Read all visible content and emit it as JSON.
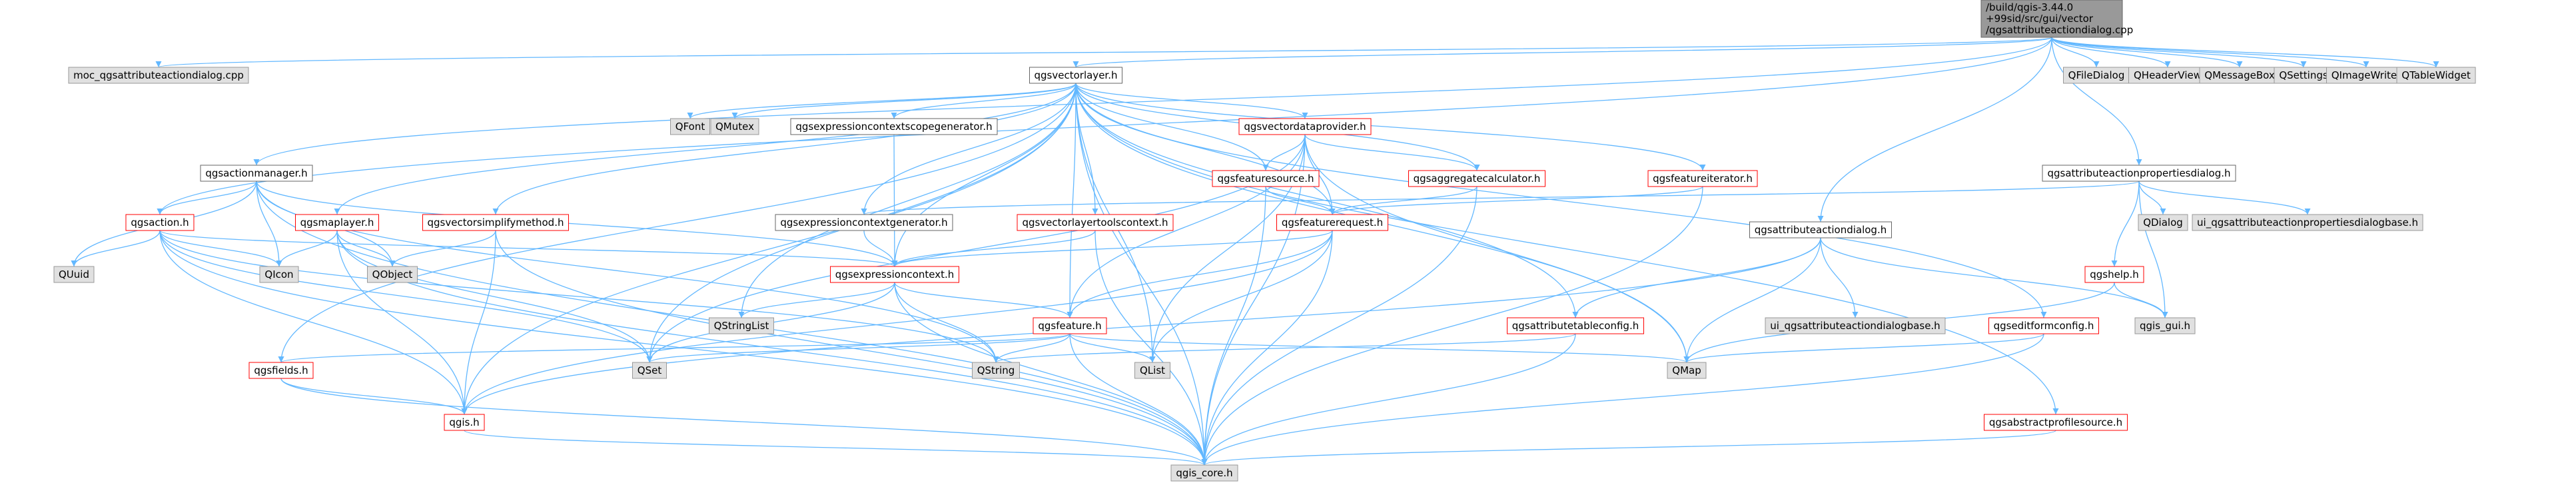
{
  "colors": {
    "edge_blue": "#63b8ff",
    "edge_dark": "#404040",
    "edge_orange": "#f4a460",
    "node_border_red": "#ff0000",
    "root_fill": "#999999",
    "grey_fill": "#e0e0e0"
  },
  "nodes": [
    {
      "id": "root",
      "label": [
        "/build/qgis-3.44.0",
        "+99sid/src/gui/vector",
        "/qgsattributeactiondialog.cpp"
      ],
      "style": "root"
    },
    {
      "id": "moc",
      "label": [
        "moc_qgsattributeactiondialog.cpp"
      ],
      "style": "grey"
    },
    {
      "id": "qgsvectorlayer",
      "label": [
        "qgsvectorlayer.h"
      ],
      "style": "plain"
    },
    {
      "id": "QFileDialog",
      "label": [
        "QFileDialog"
      ],
      "style": "grey"
    },
    {
      "id": "QHeaderView",
      "label": [
        "QHeaderView"
      ],
      "style": "grey"
    },
    {
      "id": "QMessageBox",
      "label": [
        "QMessageBox"
      ],
      "style": "grey"
    },
    {
      "id": "QSettings",
      "label": [
        "QSettings"
      ],
      "style": "grey"
    },
    {
      "id": "QImageWriter",
      "label": [
        "QImageWriter"
      ],
      "style": "grey"
    },
    {
      "id": "QTableWidget",
      "label": [
        "QTableWidget"
      ],
      "style": "grey"
    },
    {
      "id": "qgsactionmanager",
      "label": [
        "qgsactionmanager.h"
      ],
      "style": "plain"
    },
    {
      "id": "QFont",
      "label": [
        "QFont"
      ],
      "style": "grey"
    },
    {
      "id": "QMutex",
      "label": [
        "QMutex"
      ],
      "style": "grey"
    },
    {
      "id": "qgsexpressioncontextscopegenerator",
      "label": [
        "qgsexpressioncontextscopegenerator.h"
      ],
      "style": "plain"
    },
    {
      "id": "qgsvectordataprovider",
      "label": [
        "qgsvectordataprovider.h"
      ],
      "style": "red"
    },
    {
      "id": "qgsfeaturesource",
      "label": [
        "qgsfeaturesource.h"
      ],
      "style": "red"
    },
    {
      "id": "qgsaggregatecalculator",
      "label": [
        "qgsaggregatecalculator.h"
      ],
      "style": "red"
    },
    {
      "id": "qgsfeatureiterator",
      "label": [
        "qgsfeatureiterator.h"
      ],
      "style": "red"
    },
    {
      "id": "qgsattributeactionpropertiesdialog",
      "label": [
        "qgsattributeactionpropertiesdialog.h"
      ],
      "style": "plain"
    },
    {
      "id": "qgsaction",
      "label": [
        "qgsaction.h"
      ],
      "style": "red"
    },
    {
      "id": "qgsmaplayer",
      "label": [
        "qgsmaplayer.h"
      ],
      "style": "red"
    },
    {
      "id": "qgsvectorsimplifymethod",
      "label": [
        "qgsvectorsimplifymethod.h"
      ],
      "style": "red"
    },
    {
      "id": "qgsexpressioncontextgenerator",
      "label": [
        "qgsexpressioncontextgenerator.h"
      ],
      "style": "plain"
    },
    {
      "id": "qgsvectorlayertoolscontext",
      "label": [
        "qgsvectorlayertoolscontext.h"
      ],
      "style": "red"
    },
    {
      "id": "qgsfeaturerequest",
      "label": [
        "qgsfeaturerequest.h"
      ],
      "style": "red"
    },
    {
      "id": "QDialog",
      "label": [
        "QDialog"
      ],
      "style": "grey"
    },
    {
      "id": "ui_props",
      "label": [
        "ui_qgsattributeactionpropertiesdialogbase.h"
      ],
      "style": "grey"
    },
    {
      "id": "qgsattributeactiondialog",
      "label": [
        "qgsattributeactiondialog.h"
      ],
      "style": "plain"
    },
    {
      "id": "qgshelp",
      "label": [
        "qgshelp.h"
      ],
      "style": "red"
    },
    {
      "id": "QUuid",
      "label": [
        "QUuid"
      ],
      "style": "grey"
    },
    {
      "id": "QIcon",
      "label": [
        "QIcon"
      ],
      "style": "grey"
    },
    {
      "id": "QObject",
      "label": [
        "QObject"
      ],
      "style": "grey"
    },
    {
      "id": "qgsexpressioncontext",
      "label": [
        "qgsexpressioncontext.h"
      ],
      "style": "red"
    },
    {
      "id": "QStringList",
      "label": [
        "QStringList"
      ],
      "style": "grey"
    },
    {
      "id": "qgsattributetableconfig",
      "label": [
        "qgsattributetableconfig.h"
      ],
      "style": "red"
    },
    {
      "id": "ui_dialog",
      "label": [
        "ui_qgsattributeactiondialogbase.h"
      ],
      "style": "grey"
    },
    {
      "id": "qgseditformconfig",
      "label": [
        "qgseditformconfig.h"
      ],
      "style": "red"
    },
    {
      "id": "qgis_gui",
      "label": [
        "qgis_gui.h"
      ],
      "style": "grey"
    },
    {
      "id": "qgsfeature",
      "label": [
        "qgsfeature.h"
      ],
      "style": "red"
    },
    {
      "id": "qgsfields",
      "label": [
        "qgsfields.h"
      ],
      "style": "red"
    },
    {
      "id": "QSet",
      "label": [
        "QSet"
      ],
      "style": "grey"
    },
    {
      "id": "QString",
      "label": [
        "QString"
      ],
      "style": "grey"
    },
    {
      "id": "QList",
      "label": [
        "QList"
      ],
      "style": "grey"
    },
    {
      "id": "QMap",
      "label": [
        "QMap"
      ],
      "style": "grey"
    },
    {
      "id": "qgis",
      "label": [
        "qgis.h"
      ],
      "style": "red"
    },
    {
      "id": "qgsabstractprofilesource",
      "label": [
        "qgsabstractprofilesource.h"
      ],
      "style": "red"
    },
    {
      "id": "qgis_core",
      "label": [
        "qgis_core.h"
      ],
      "style": "grey"
    }
  ],
  "edges": [
    [
      "root",
      "moc"
    ],
    [
      "root",
      "qgsvectorlayer"
    ],
    [
      "root",
      "QFileDialog"
    ],
    [
      "root",
      "QHeaderView"
    ],
    [
      "root",
      "QMessageBox"
    ],
    [
      "root",
      "QSettings"
    ],
    [
      "root",
      "QImageWriter"
    ],
    [
      "root",
      "QTableWidget"
    ],
    [
      "root",
      "qgsactionmanager"
    ],
    [
      "root",
      "qgsaction"
    ],
    [
      "root",
      "qgsattributeactionpropertiesdialog"
    ],
    [
      "root",
      "qgsattributeactiondialog"
    ],
    [
      "qgsvectorlayer",
      "QFont"
    ],
    [
      "qgsvectorlayer",
      "QMutex"
    ],
    [
      "qgsvectorlayer",
      "qgsexpressioncontextscopegenerator"
    ],
    [
      "qgsvectorlayer",
      "qgsvectordataprovider"
    ],
    [
      "qgsvectorlayer",
      "qgsfeaturesource"
    ],
    [
      "qgsvectorlayer",
      "qgsaggregatecalculator"
    ],
    [
      "qgsvectorlayer",
      "qgsfeatureiterator"
    ],
    [
      "qgsvectorlayer",
      "qgsmaplayer"
    ],
    [
      "qgsvectorlayer",
      "qgsvectorsimplifymethod"
    ],
    [
      "qgsvectorlayer",
      "qgsexpressioncontextgenerator"
    ],
    [
      "qgsvectorlayer",
      "qgsvectorlayertoolscontext"
    ],
    [
      "qgsvectorlayer",
      "qgsfeaturerequest"
    ],
    [
      "qgsvectorlayer",
      "qgsexpressioncontext"
    ],
    [
      "qgsvectorlayer",
      "QStringList"
    ],
    [
      "qgsvectorlayer",
      "qgsattributetableconfig"
    ],
    [
      "qgsvectorlayer",
      "qgseditformconfig"
    ],
    [
      "qgsvectorlayer",
      "qgsfeature"
    ],
    [
      "qgsvectorlayer",
      "qgsfields"
    ],
    [
      "qgsvectorlayer",
      "QSet"
    ],
    [
      "qgsvectorlayer",
      "QList"
    ],
    [
      "qgsvectorlayer",
      "QMap"
    ],
    [
      "qgsvectorlayer",
      "qgis"
    ],
    [
      "qgsvectorlayer",
      "qgsabstractprofilesource"
    ],
    [
      "qgsvectorlayer",
      "qgis_core"
    ],
    [
      "qgsactionmanager",
      "qgsaction"
    ],
    [
      "qgsactionmanager",
      "QUuid"
    ],
    [
      "qgsactionmanager",
      "QIcon"
    ],
    [
      "qgsactionmanager",
      "QObject"
    ],
    [
      "qgsactionmanager",
      "qgsexpressioncontext"
    ],
    [
      "qgsactionmanager",
      "QString"
    ],
    [
      "qgsactionmanager",
      "qgis_core"
    ],
    [
      "qgsaction",
      "QUuid"
    ],
    [
      "qgsaction",
      "QIcon"
    ],
    [
      "qgsaction",
      "qgsexpressioncontext"
    ],
    [
      "qgsaction",
      "QSet"
    ],
    [
      "qgsaction",
      "QString"
    ],
    [
      "qgsaction",
      "qgis"
    ],
    [
      "qgsaction",
      "qgis_core"
    ],
    [
      "qgsmaplayer",
      "QIcon"
    ],
    [
      "qgsmaplayer",
      "QObject"
    ],
    [
      "qgsmaplayer",
      "QSet"
    ],
    [
      "qgsmaplayer",
      "qgis"
    ],
    [
      "qgsmaplayer",
      "qgis_core"
    ],
    [
      "qgsvectorsimplifymethod",
      "QObject"
    ],
    [
      "qgsvectorsimplifymethod",
      "qgis"
    ],
    [
      "qgsvectorsimplifymethod",
      "qgis_core"
    ],
    [
      "qgsexpressioncontextscopegenerator",
      "qgsexpressioncontext"
    ],
    [
      "qgsexpressioncontextgenerator",
      "qgsexpressioncontext"
    ],
    [
      "qgsvectorlayertoolscontext",
      "qgsexpressioncontext"
    ],
    [
      "qgsvectorlayertoolscontext",
      "qgis_core"
    ],
    [
      "qgsvectordataprovider",
      "qgsfeaturesource"
    ],
    [
      "qgsvectordataprovider",
      "qgsaggregatecalculator"
    ],
    [
      "qgsvectordataprovider",
      "qgsfeaturerequest"
    ],
    [
      "qgsvectordataprovider",
      "qgsfeature"
    ],
    [
      "qgsvectordataprovider",
      "QSet"
    ],
    [
      "qgsvectordataprovider",
      "QMap"
    ],
    [
      "qgsvectordataprovider",
      "QList"
    ],
    [
      "qgsvectordataprovider",
      "qgis_core"
    ],
    [
      "qgsfeaturesource",
      "qgsfeaturerequest"
    ],
    [
      "qgsfeaturesource",
      "qgis_core"
    ],
    [
      "qgsaggregatecalculator",
      "qgsfeaturerequest"
    ],
    [
      "qgsaggregatecalculator",
      "qgis_core"
    ],
    [
      "qgsfeatureiterator",
      "qgsfeaturerequest"
    ],
    [
      "qgsfeatureiterator",
      "qgis_core"
    ],
    [
      "qgsfeaturerequest",
      "qgsexpressioncontext"
    ],
    [
      "qgsfeaturerequest",
      "qgsfeature"
    ],
    [
      "qgsfeaturerequest",
      "QList"
    ],
    [
      "qgsfeaturerequest",
      "qgis"
    ],
    [
      "qgsfeaturerequest",
      "qgis_core"
    ],
    [
      "qgsexpressioncontext",
      "QStringList"
    ],
    [
      "qgsexpressioncontext",
      "QSet"
    ],
    [
      "qgsexpressioncontext",
      "QString"
    ],
    [
      "qgsexpressioncontext",
      "qgsfeature"
    ],
    [
      "qgsexpressioncontext",
      "qgis_core"
    ],
    [
      "qgsfeature",
      "qgsfields"
    ],
    [
      "qgsfeature",
      "QSet"
    ],
    [
      "qgsfeature",
      "QString"
    ],
    [
      "qgsfeature",
      "QList"
    ],
    [
      "qgsfeature",
      "QMap"
    ],
    [
      "qgsfeature",
      "qgis_core"
    ],
    [
      "qgsfields",
      "qgis"
    ],
    [
      "qgsfields",
      "qgis_core"
    ],
    [
      "qgis",
      "qgis_core"
    ],
    [
      "qgsattributeactionpropertiesdialog",
      "QDialog"
    ],
    [
      "qgsattributeactionpropertiesdialog",
      "ui_props"
    ],
    [
      "qgsattributeactionpropertiesdialog",
      "qgsexpressioncontextgenerator"
    ],
    [
      "qgsattributeactionpropertiesdialog",
      "qgshelp"
    ],
    [
      "qgsattributeactionpropertiesdialog",
      "qgis_gui"
    ],
    [
      "qgshelp",
      "qgis_gui"
    ],
    [
      "qgshelp",
      "QMap"
    ],
    [
      "qgsattributeactiondialog",
      "ui_dialog"
    ],
    [
      "qgsattributeactiondialog",
      "qgsattributetableconfig"
    ],
    [
      "qgsattributeactiondialog",
      "qgis_gui"
    ],
    [
      "qgsattributeactiondialog",
      "QMap"
    ],
    [
      "qgsattributeactiondialog",
      "qgis"
    ],
    [
      "qgsattributetableconfig",
      "QString"
    ],
    [
      "qgsattributetableconfig",
      "qgis_core"
    ],
    [
      "qgseditformconfig",
      "QMap"
    ],
    [
      "qgseditformconfig",
      "qgis_core"
    ],
    [
      "qgsabstractprofilesource",
      "qgis_core"
    ]
  ]
}
